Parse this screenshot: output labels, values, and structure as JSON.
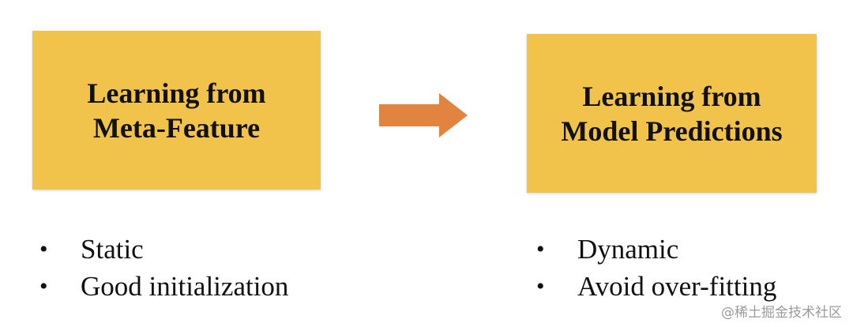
{
  "left_box": {
    "line1": "Learning from",
    "line2": "Meta-Feature"
  },
  "right_box": {
    "line1": "Learning from",
    "line2": "Model Predictions"
  },
  "left_bullets": [
    {
      "text": "Static"
    },
    {
      "text": "Good initialization"
    }
  ],
  "right_bullets": [
    {
      "text": "Dynamic"
    },
    {
      "text": "Avoid over-fitting"
    }
  ],
  "bullet_symbol": "•",
  "watermark": "@稀土掘金技术社区",
  "colors": {
    "box_fill": "#f1c34b",
    "arrow_fill": "#e0843f",
    "text": "#111111"
  },
  "icons": {
    "arrow": "right-arrow-icon"
  }
}
